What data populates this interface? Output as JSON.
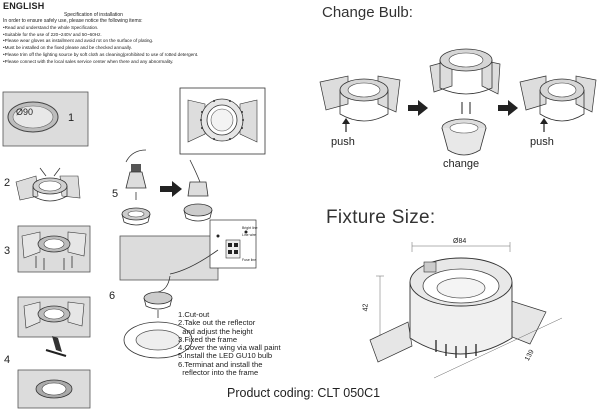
{
  "header": {
    "language": "ENGLISH",
    "spec_title": "Specification of installation",
    "intro": "In order to ensure safely use, please notice the following items:",
    "spec_items": [
      "Read and understand the whole Specification.",
      "Suitable for the use of 220~240V and 50~60Hz.",
      "Please wear gloves as installment and avoid rot on the surface of plating.",
      "Must be installed on the fixed please and be checked annually.",
      "Please trim off the lighting source by soft cloth as cleaning(prohibited to use of rotted detergent.",
      "Please connect with the local sales service center when there and any abnormality."
    ]
  },
  "change_bulb": {
    "title": "Change Bulb:",
    "labels": [
      "push",
      "change",
      "push"
    ]
  },
  "fixture_size": {
    "title": "Fixture Size:",
    "dimensions": {
      "diameter": "Ø84",
      "height": "42",
      "length": "139"
    }
  },
  "install": {
    "cutout_label": "Ø90",
    "step_numbers": [
      "1",
      "2",
      "3",
      "4",
      "5",
      "6"
    ],
    "terminal_labels": [
      "Bright line",
      "Line wire",
      "Fuse line"
    ],
    "steps": [
      "1.Cut-out",
      "2.Take out the reflector",
      "  and adjust the height",
      "3.Fixed the frame",
      "4.Cover the wing via wall paint",
      "5.Install the LED GU10 bulb",
      "6.Terminat and install the",
      "  reflector into the frame"
    ]
  },
  "footer": {
    "product_coding": "Product coding: CLT 050C1"
  },
  "colors": {
    "panel_gray": "#dcdcdc",
    "ink": "#222222"
  }
}
